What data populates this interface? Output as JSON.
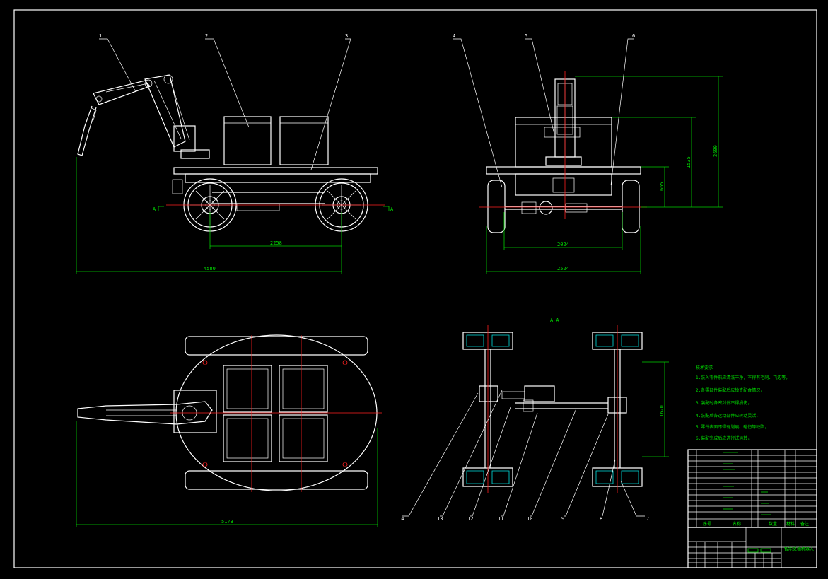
{
  "drawing": {
    "part_labels": [
      "1",
      "2",
      "3",
      "4",
      "5",
      "6",
      "7",
      "8",
      "9",
      "10",
      "11",
      "12",
      "13",
      "14"
    ],
    "dimensions": {
      "side_wheelbase": "2258",
      "side_overall": "4580",
      "front_inner_width": "2024",
      "front_outer_width": "2524",
      "front_h1": "665",
      "front_h2": "1535",
      "front_h3": "2600",
      "top_overall": "5173",
      "section_height": "1620"
    },
    "section_title": "A-A",
    "section_marks": [
      "A",
      "A"
    ],
    "notes": {
      "title": "技术要求",
      "lines": [
        "1.装入零件前应清洗干净，不得有毛刺、飞边等，",
        "2.各零部件装配后应检查配合情况，",
        "3.装配时各密封件不得损伤，",
        "4.装配后各运动部件应转动灵活，",
        "5.零件表面不得有划痕、碰伤等缺陷，",
        "6.装配完成后应进行试运转，"
      ]
    },
    "title_block": {
      "name": "智能采摘机器人",
      "col_headers": [
        "序号",
        "名称",
        "数量",
        "材料",
        "备注"
      ]
    }
  }
}
